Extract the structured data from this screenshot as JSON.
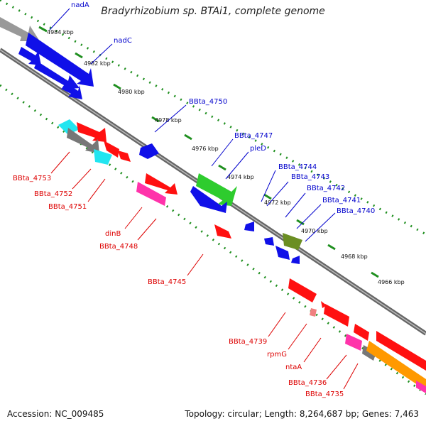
{
  "title": "Bradyrhizobium sp. BTAi1, complete genome",
  "accession": "Accession: NC_009485",
  "topology": "Topology: circular; Length: 8,264,687 bp; Genes: 7,463",
  "colors": {
    "blue": "#1010e8",
    "red": "#ff1010",
    "green": "#2ecc2e",
    "olive": "#6b8e23",
    "magenta": "#ff33aa",
    "cyan": "#22e5f0",
    "gray": "#777777",
    "orange": "#ff9900",
    "dotted": "#1f8f1f",
    "label_blue": "#0000cc",
    "label_red": "#dd0000"
  },
  "ruler_labels": [
    "4984 kbp",
    "4982 kbp",
    "4980 kbp",
    "4978 kbp",
    "4976 kbp",
    "4974 kbp",
    "4972 kbp",
    "4970 kbp",
    "4968 kbp",
    "4966 kbp"
  ],
  "outer_labels": [
    "nadA",
    "nadC",
    "BBta_4750",
    "BBta_4747",
    "pleD",
    "BBta_4744",
    "BBta_4743",
    "BBta_4742",
    "BBta_4741",
    "BBta_4740"
  ],
  "inner_labels": [
    "BBta_4753",
    "BBta_4752",
    "BBta_4751",
    "dinB",
    "BBta_4748",
    "BBta_4745",
    "BBta_4739",
    "rpmG",
    "ntaA",
    "BBta_4736",
    "BBta_4735"
  ]
}
